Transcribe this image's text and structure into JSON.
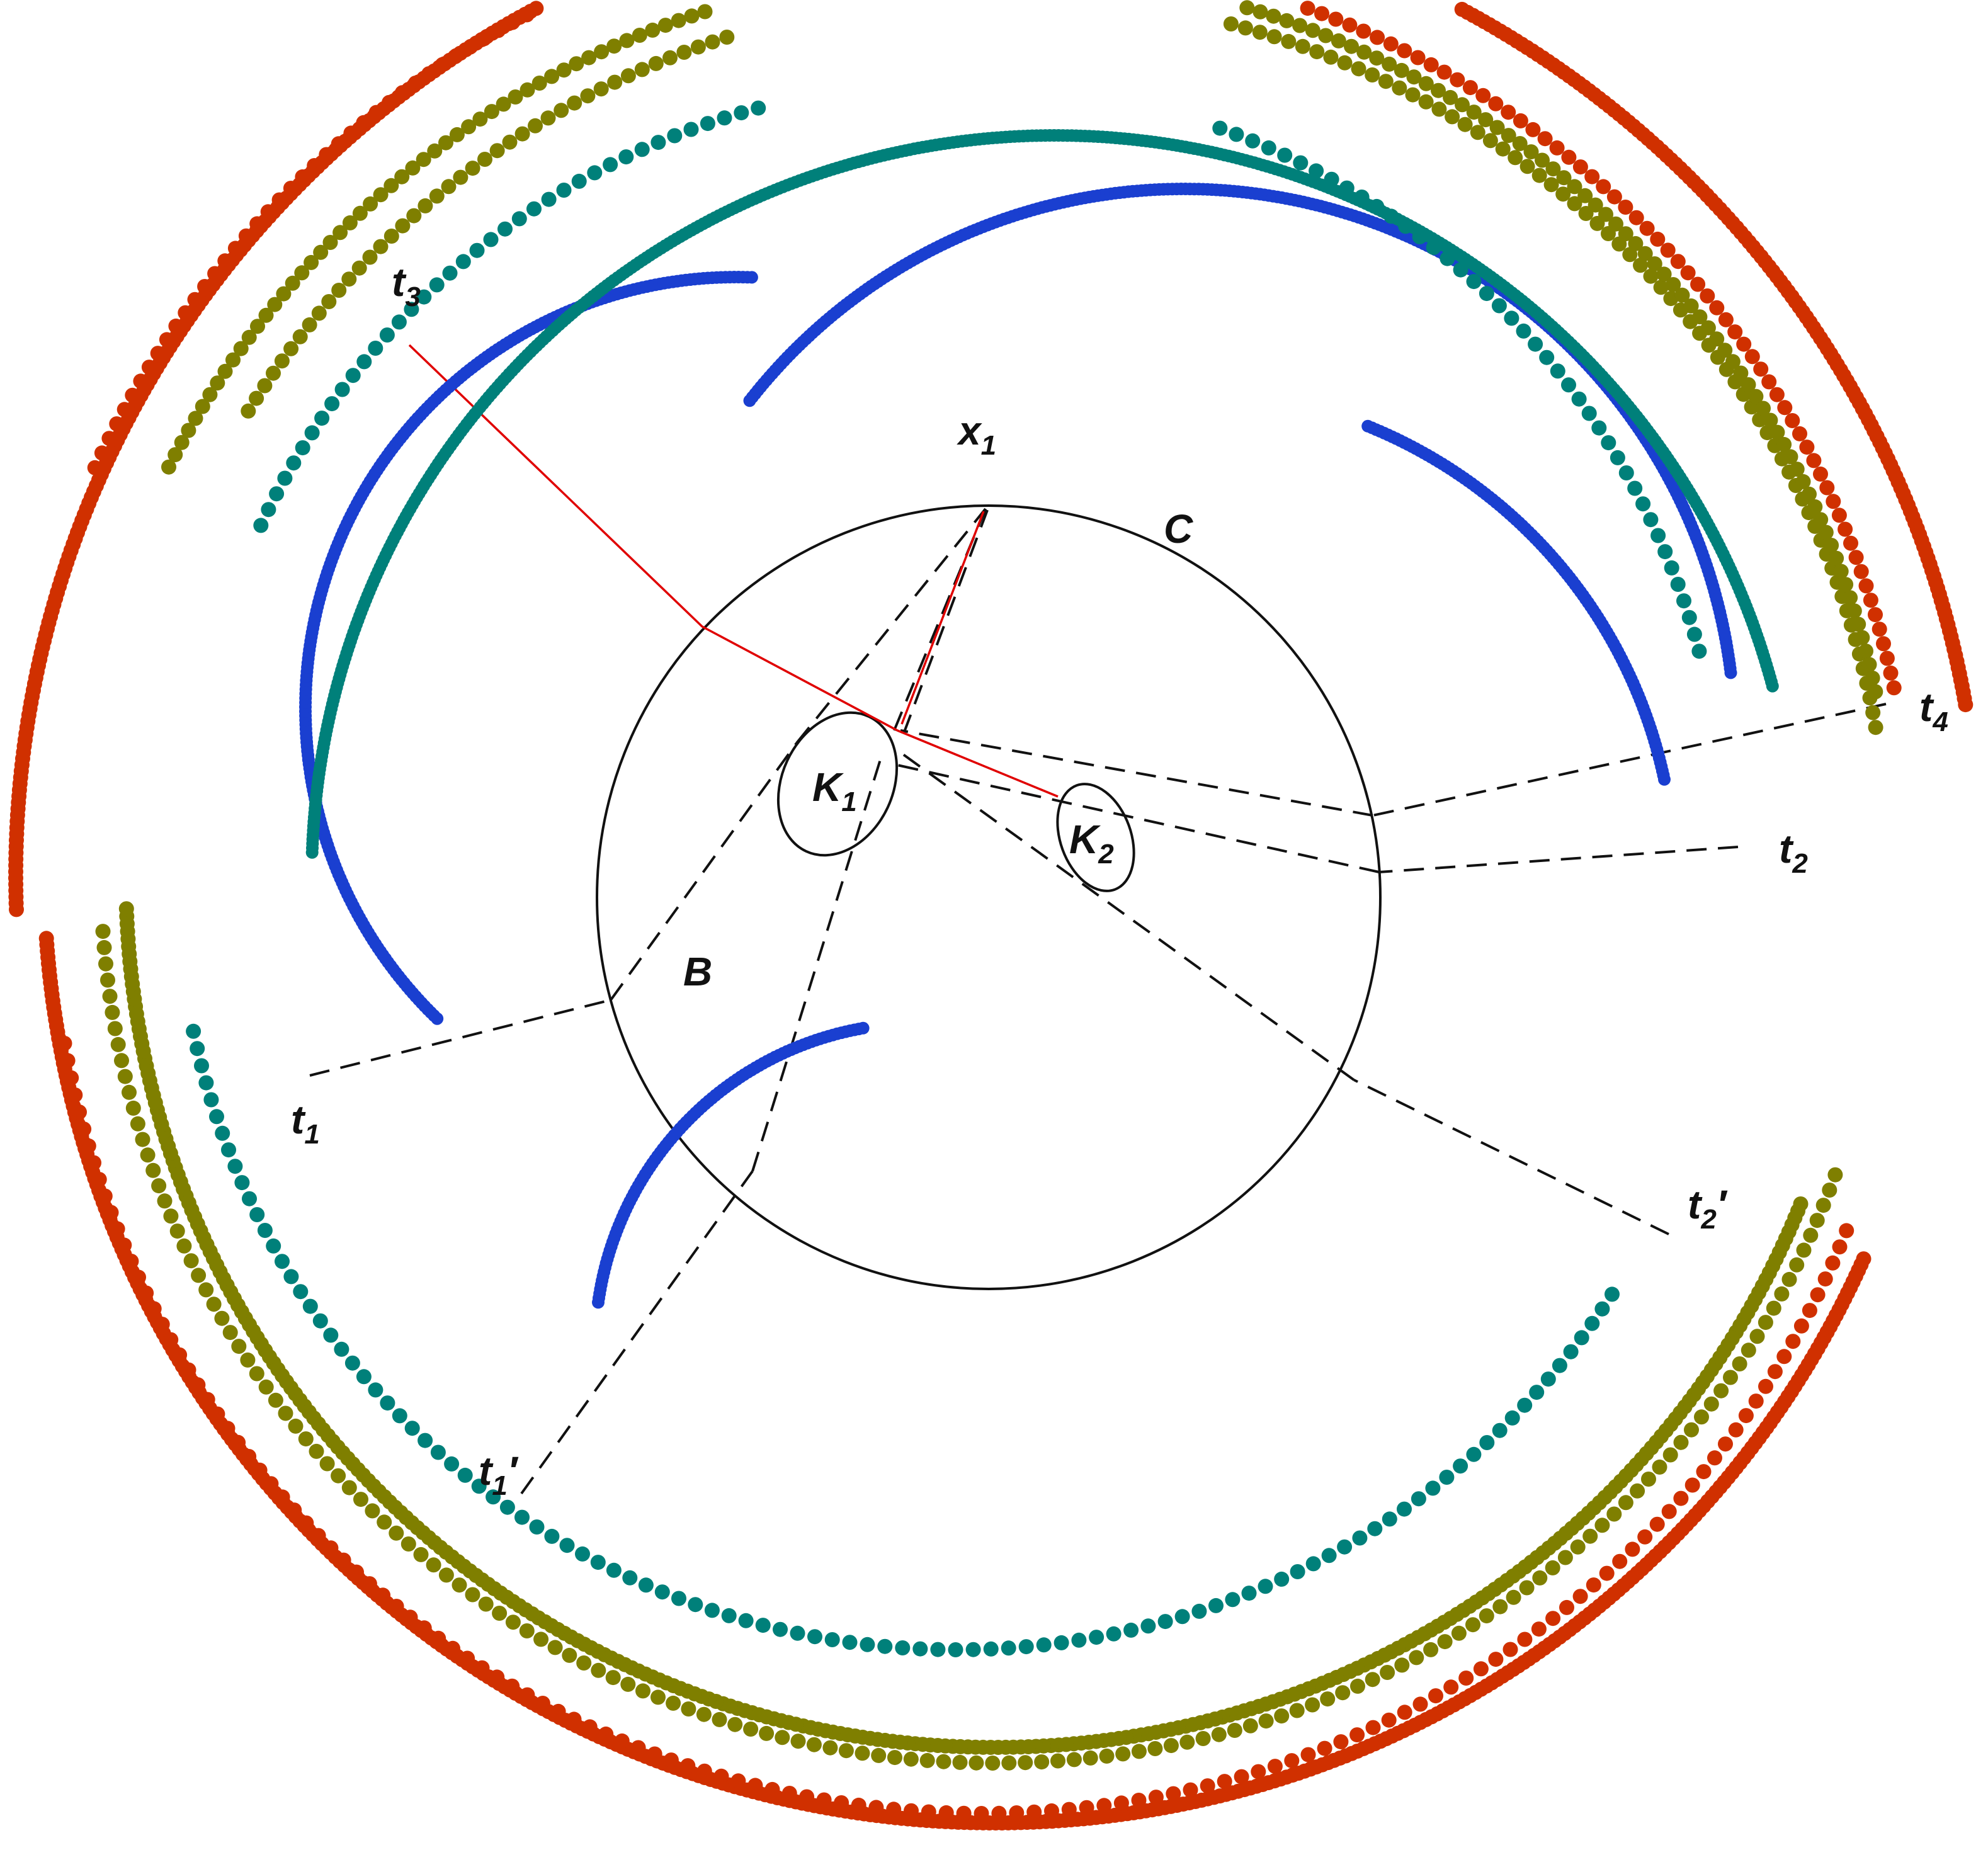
{
  "labels": {
    "x1": {
      "base": "x",
      "sub": "1",
      "prime": ""
    },
    "C": {
      "base": "C",
      "sub": "",
      "prime": ""
    },
    "B": {
      "base": "B",
      "sub": "",
      "prime": ""
    },
    "K1": {
      "base": "K",
      "sub": "1",
      "prime": ""
    },
    "K2": {
      "base": "K",
      "sub": "2",
      "prime": ""
    },
    "t1": {
      "base": "t",
      "sub": "1",
      "prime": ""
    },
    "t1p": {
      "base": "t",
      "sub": "1",
      "prime": "′"
    },
    "t2": {
      "base": "t",
      "sub": "2",
      "prime": ""
    },
    "t2p": {
      "base": "t",
      "sub": "2",
      "prime": "′"
    },
    "t3": {
      "base": "t",
      "sub": "3",
      "prime": ""
    },
    "t4": {
      "base": "t",
      "sub": "4",
      "prime": ""
    }
  },
  "colors": {
    "wavefront_1": "#1a3fd0",
    "wavefront_2": "#00807a",
    "wavefront_3": "#7f7f00",
    "wavefront_4": "#d03000",
    "ray": "#e00000",
    "construction": "#111111"
  }
}
